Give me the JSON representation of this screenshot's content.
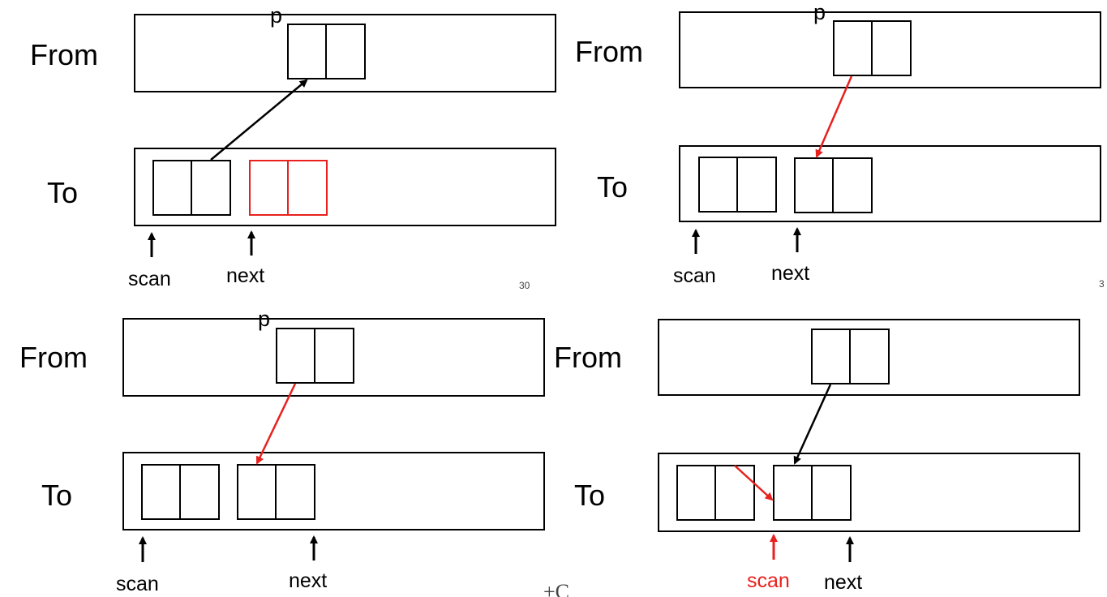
{
  "labels": {
    "from": "From",
    "to": "To",
    "pointer": "p",
    "scan": "scan",
    "next": "next",
    "stray_corner": "+C"
  },
  "colors": {
    "stroke": "#000000",
    "highlight": "#e8201e",
    "background": "#ffffff"
  }
}
